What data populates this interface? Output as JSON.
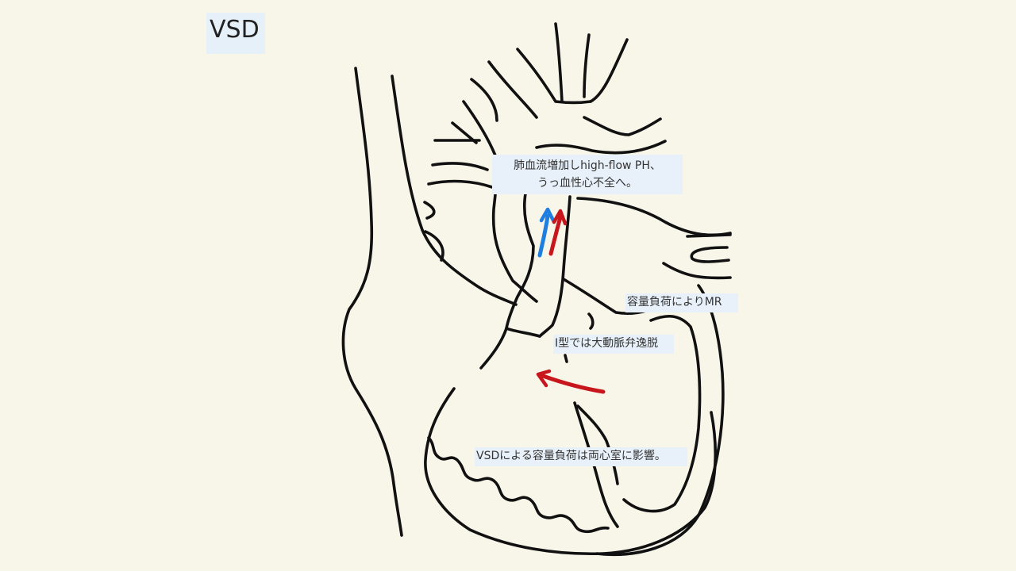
{
  "title": "VSD",
  "labels": {
    "pulmonary_line1": "肺血流増加しhigh-flow PH、",
    "pulmonary_line2": "うっ血性心不全へ。",
    "mr": "容量負荷によりMR",
    "aortic": "Ⅰ型では大動脈弁逸脱",
    "vsd_load": "VSDによる容量負荷は両心室に影響。"
  },
  "colors": {
    "background": "#f8f5e9",
    "label_background": "#e8f1f9",
    "arrow_red": "#c8161d",
    "arrow_blue": "#1e7fe0",
    "outline": "#111111"
  },
  "icons": [
    "shunt-arrow-red",
    "pulmonary-flow-arrow-blue",
    "pulmonary-flow-arrow-red"
  ]
}
